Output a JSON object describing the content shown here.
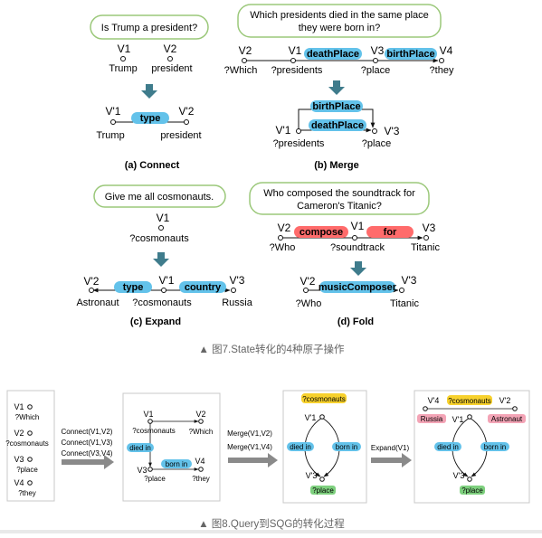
{
  "figure7": {
    "caption": "▲ 图7.State转化的4种原子操作",
    "connect": {
      "question": "Is Trump a president?",
      "v1": "V1",
      "v2": "V2",
      "v1_word": "Trump",
      "v2_word": "president",
      "vp1": "V'1",
      "vp2": "V'2",
      "edge": "type",
      "vp1_word": "Trump",
      "vp2_word": "president",
      "label": "(a) Connect"
    },
    "merge": {
      "question_line1": "Which presidents died in the same place",
      "question_line2": "they were born in?",
      "v2": "V2",
      "v1": "V1",
      "v3": "V3",
      "v4": "V4",
      "w2": "?Which",
      "w1": "?presidents",
      "w3": "?place",
      "w4": "?they",
      "e1": "deathPlace",
      "e2": "birthPlace",
      "vp1": "V'1",
      "vp3": "V'3",
      "wp1": "?presidents",
      "wp3": "?place",
      "ep_top": "birthPlace",
      "ep_bottom": "deathPlace",
      "label": "(b) Merge"
    },
    "expand": {
      "question": "Give me all cosmonauts.",
      "v1": "V1",
      "w1": "?cosmonauts",
      "vp2": "V'2",
      "vp1": "V'1",
      "vp3": "V'3",
      "wp2": "Astronaut",
      "wp1": "?cosmonauts",
      "wp3": "Russia",
      "e1": "type",
      "e2": "country",
      "label": "(c) Expand"
    },
    "fold": {
      "question_line1": "Who composed the soundtrack for",
      "question_line2": "Cameron's Titanic?",
      "v2": "V2",
      "v1": "V1",
      "v3": "V3",
      "w2": "?Who",
      "w1": "?soundtrack",
      "w3": "Titanic",
      "e1": "compose",
      "e2": "for",
      "vp2": "V'2",
      "vp3": "V'3",
      "wp2": "?Who",
      "wp3": "Titanic",
      "ep": "musicComposer",
      "label": "(d) Fold"
    }
  },
  "figure8": {
    "caption": "▲ 图8.Query到SQG的转化过程",
    "panel1": {
      "nodes": [
        {
          "v": "V1",
          "w": "?Which"
        },
        {
          "v": "V2",
          "w": "?cosmonauts"
        },
        {
          "v": "V3",
          "w": "?place"
        },
        {
          "v": "V4",
          "w": "?they"
        }
      ]
    },
    "op1": {
      "lines": [
        "Connect(V1,V2)",
        "Connect(V1,V3)",
        "Connect(V3,V4)"
      ]
    },
    "panel2": {
      "v1": "V1",
      "w1": "?cosmonauts",
      "v2": "V2",
      "w2": "?Which",
      "v3": "V3",
      "w3": "?place",
      "v4": "V4",
      "w4": "?they",
      "e1": "died in",
      "e2": "born in"
    },
    "op2": {
      "lines": [
        "Merge(V1,V2)",
        "Merge(V1,V4)"
      ]
    },
    "panel3": {
      "top": "?cosmonauts",
      "vp1": "V'1",
      "vp3": "V'3",
      "left": "died in",
      "right": "born in",
      "bottom": "?place"
    },
    "op3": {
      "lines": [
        "Expand(V1)"
      ]
    },
    "panel4": {
      "vp4": "V'4",
      "vp2": "V'2",
      "top": "?cosmonauts",
      "russia": "Russia",
      "astronaut": "Astronaut",
      "vp1": "V'1",
      "vp3": "V'3",
      "left": "died in",
      "right": "born in",
      "bottom": "?place"
    }
  },
  "colors": {
    "bubble_border": "#9bc87a",
    "blue_edge": "#63c2ea",
    "red_edge": "#ff6b6b",
    "arrow": "#3f7c8c",
    "yellow": "#f7d12d",
    "pink": "#f3a4b6",
    "green": "#7ed07e",
    "gray_arrow": "#8a8a8a",
    "panel_border": "#c8c8c8"
  }
}
